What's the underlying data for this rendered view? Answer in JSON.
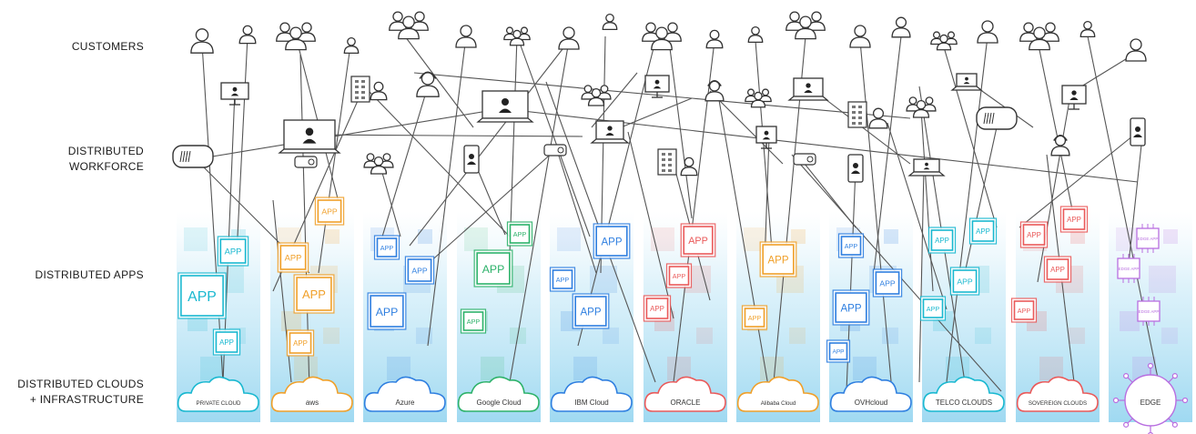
{
  "rows": {
    "customers": "CUSTOMERS",
    "workforce": "DISTRIBUTED\nWORKFORCE",
    "apps": "DISTRIBUTED APPS",
    "clouds": "DISTRIBUTED CLOUDS\n+ INFRASTRUCTURE"
  },
  "app_label": "APP",
  "columns": [
    {
      "cloud": "PRIVATE CLOUD",
      "color": "#19b8d0",
      "apps": 3
    },
    {
      "cloud": "aws",
      "color": "#f0a02a",
      "apps": 4
    },
    {
      "cloud": "Azure",
      "color": "#2f7fe0",
      "apps": 3
    },
    {
      "cloud": "Google Cloud",
      "color": "#2db26a",
      "apps": 3
    },
    {
      "cloud": "IBM Cloud",
      "color": "#2f7fe0",
      "apps": 3
    },
    {
      "cloud": "ORACLE",
      "color": "#ea5a5a",
      "apps": 3
    },
    {
      "cloud": "Alibaba Cloud",
      "color": "#f0a02a",
      "apps": 2
    },
    {
      "cloud": "OVHcloud",
      "color": "#2f7fe0",
      "apps": 4
    },
    {
      "cloud": "TELCO CLOUDS",
      "color": "#19b8d0",
      "apps": 4
    },
    {
      "cloud": "SOVEREIGN CLOUDS",
      "color": "#ea5a5a",
      "apps": 4
    },
    {
      "cloud": "EDGE",
      "color": "#b86ee0",
      "apps": 3
    }
  ],
  "edge_app_label": "EDGE APP",
  "icons": {
    "customer": "person-icon",
    "group": "people-group-icon",
    "laptop": "laptop-user-icon",
    "monitor": "monitor-user-icon",
    "phone": "mobile-user-icon",
    "headset": "headset-agent-icon",
    "vr": "vr-headset-icon",
    "building": "office-building-icon",
    "camera": "security-camera-icon"
  }
}
